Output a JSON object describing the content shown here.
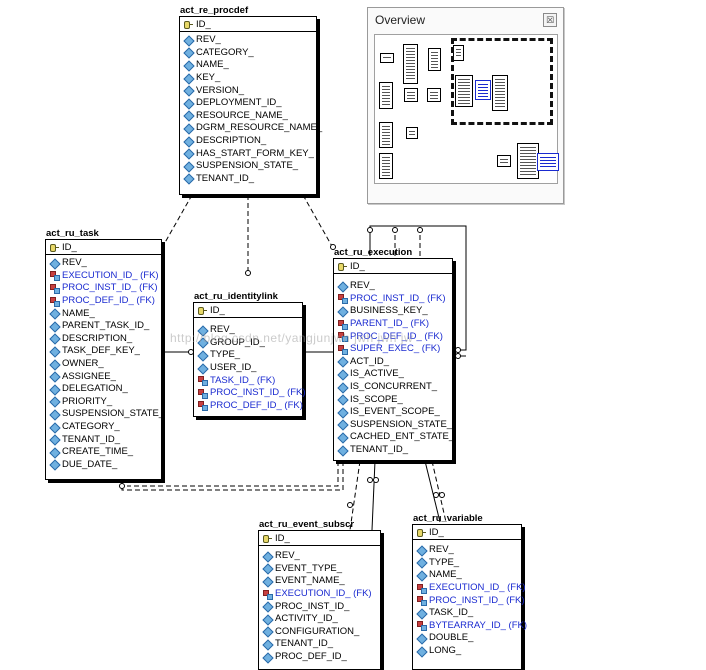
{
  "overview": {
    "title": "Overview",
    "close_label": "☒"
  },
  "watermark": "http://blog.csdn.net/yangjunjwh jwh jwh jw",
  "entities": {
    "procdef": {
      "title": "act_re_procdef",
      "pk": "ID_",
      "columns": [
        {
          "name": "REV_",
          "kind": "attr"
        },
        {
          "name": "CATEGORY_",
          "kind": "attr"
        },
        {
          "name": "NAME_",
          "kind": "attr"
        },
        {
          "name": "KEY_",
          "kind": "attr"
        },
        {
          "name": "VERSION_",
          "kind": "attr"
        },
        {
          "name": "DEPLOYMENT_ID_",
          "kind": "attr"
        },
        {
          "name": "RESOURCE_NAME_",
          "kind": "attr"
        },
        {
          "name": "DGRM_RESOURCE_NAME_",
          "kind": "attr"
        },
        {
          "name": "DESCRIPTION_",
          "kind": "attr"
        },
        {
          "name": "HAS_START_FORM_KEY_",
          "kind": "attr"
        },
        {
          "name": "SUSPENSION_STATE_",
          "kind": "attr"
        },
        {
          "name": "TENANT_ID_",
          "kind": "attr"
        }
      ]
    },
    "task": {
      "title": "act_ru_task",
      "pk": "ID_",
      "columns": [
        {
          "name": "REV_",
          "kind": "attr"
        },
        {
          "name": "EXECUTION_ID_ (FK)",
          "kind": "fk"
        },
        {
          "name": "PROC_INST_ID_ (FK)",
          "kind": "fk"
        },
        {
          "name": "PROC_DEF_ID_ (FK)",
          "kind": "fk"
        },
        {
          "name": "NAME_",
          "kind": "attr"
        },
        {
          "name": "PARENT_TASK_ID_",
          "kind": "attr"
        },
        {
          "name": "DESCRIPTION_",
          "kind": "attr"
        },
        {
          "name": "TASK_DEF_KEY_",
          "kind": "attr"
        },
        {
          "name": "OWNER_",
          "kind": "attr"
        },
        {
          "name": "ASSIGNEE_",
          "kind": "attr"
        },
        {
          "name": "DELEGATION_",
          "kind": "attr"
        },
        {
          "name": "PRIORITY_",
          "kind": "attr"
        },
        {
          "name": "SUSPENSION_STATE_",
          "kind": "attr"
        },
        {
          "name": "CATEGORY_",
          "kind": "attr"
        },
        {
          "name": "TENANT_ID_",
          "kind": "attr"
        },
        {
          "name": "CREATE_TIME_",
          "kind": "attr"
        },
        {
          "name": "DUE_DATE_",
          "kind": "attr"
        }
      ]
    },
    "identitylink": {
      "title": "act_ru_identitylink",
      "pk": "ID_",
      "columns": [
        {
          "name": "REV_",
          "kind": "attr"
        },
        {
          "name": "GROUP_ID_",
          "kind": "attr"
        },
        {
          "name": "TYPE_",
          "kind": "attr"
        },
        {
          "name": "USER_ID_",
          "kind": "attr"
        },
        {
          "name": "TASK_ID_ (FK)",
          "kind": "fk"
        },
        {
          "name": "PROC_INST_ID_ (FK)",
          "kind": "fk"
        },
        {
          "name": "PROC_DEF_ID_ (FK)",
          "kind": "fk"
        }
      ]
    },
    "execution": {
      "title": "act_ru_execution",
      "pk": "ID_",
      "columns": [
        {
          "name": "REV_",
          "kind": "attr"
        },
        {
          "name": "PROC_INST_ID_ (FK)",
          "kind": "fk"
        },
        {
          "name": "BUSINESS_KEY_",
          "kind": "attr"
        },
        {
          "name": "PARENT_ID_ (FK)",
          "kind": "fk"
        },
        {
          "name": "PROC_DEF_ID_ (FK)",
          "kind": "fk"
        },
        {
          "name": "SUPER_EXEC_ (FK)",
          "kind": "fk"
        },
        {
          "name": "ACT_ID_",
          "kind": "attr"
        },
        {
          "name": "IS_ACTIVE_",
          "kind": "attr"
        },
        {
          "name": "IS_CONCURRENT_",
          "kind": "attr"
        },
        {
          "name": "IS_SCOPE_",
          "kind": "attr"
        },
        {
          "name": "IS_EVENT_SCOPE_",
          "kind": "attr"
        },
        {
          "name": "SUSPENSION_STATE_",
          "kind": "attr"
        },
        {
          "name": "CACHED_ENT_STATE_",
          "kind": "attr"
        },
        {
          "name": "TENANT_ID_",
          "kind": "attr"
        }
      ]
    },
    "event": {
      "title": "act_ru_event_subscr",
      "pk": "ID_",
      "columns": [
        {
          "name": "REV_",
          "kind": "attr"
        },
        {
          "name": "EVENT_TYPE_",
          "kind": "attr"
        },
        {
          "name": "EVENT_NAME_",
          "kind": "attr"
        },
        {
          "name": "EXECUTION_ID_ (FK)",
          "kind": "fk"
        },
        {
          "name": "PROC_INST_ID_",
          "kind": "attr"
        },
        {
          "name": "ACTIVITY_ID_",
          "kind": "attr"
        },
        {
          "name": "CONFIGURATION_",
          "kind": "attr"
        },
        {
          "name": "TENANT_ID_",
          "kind": "attr"
        },
        {
          "name": "PROC_DEF_ID_",
          "kind": "attr"
        }
      ]
    },
    "variable": {
      "title": "act_ru_variable",
      "pk": "ID_",
      "columns": [
        {
          "name": "REV_",
          "kind": "attr"
        },
        {
          "name": "TYPE_",
          "kind": "attr"
        },
        {
          "name": "NAME_",
          "kind": "attr"
        },
        {
          "name": "EXECUTION_ID_ (FK)",
          "kind": "fk"
        },
        {
          "name": "PROC_INST_ID_ (FK)",
          "kind": "fk"
        },
        {
          "name": "TASK_ID_",
          "kind": "attr"
        },
        {
          "name": "BYTEARRAY_ID_ (FK)",
          "kind": "fk"
        },
        {
          "name": "DOUBLE_",
          "kind": "attr"
        },
        {
          "name": "LONG_",
          "kind": "attr"
        }
      ]
    }
  }
}
